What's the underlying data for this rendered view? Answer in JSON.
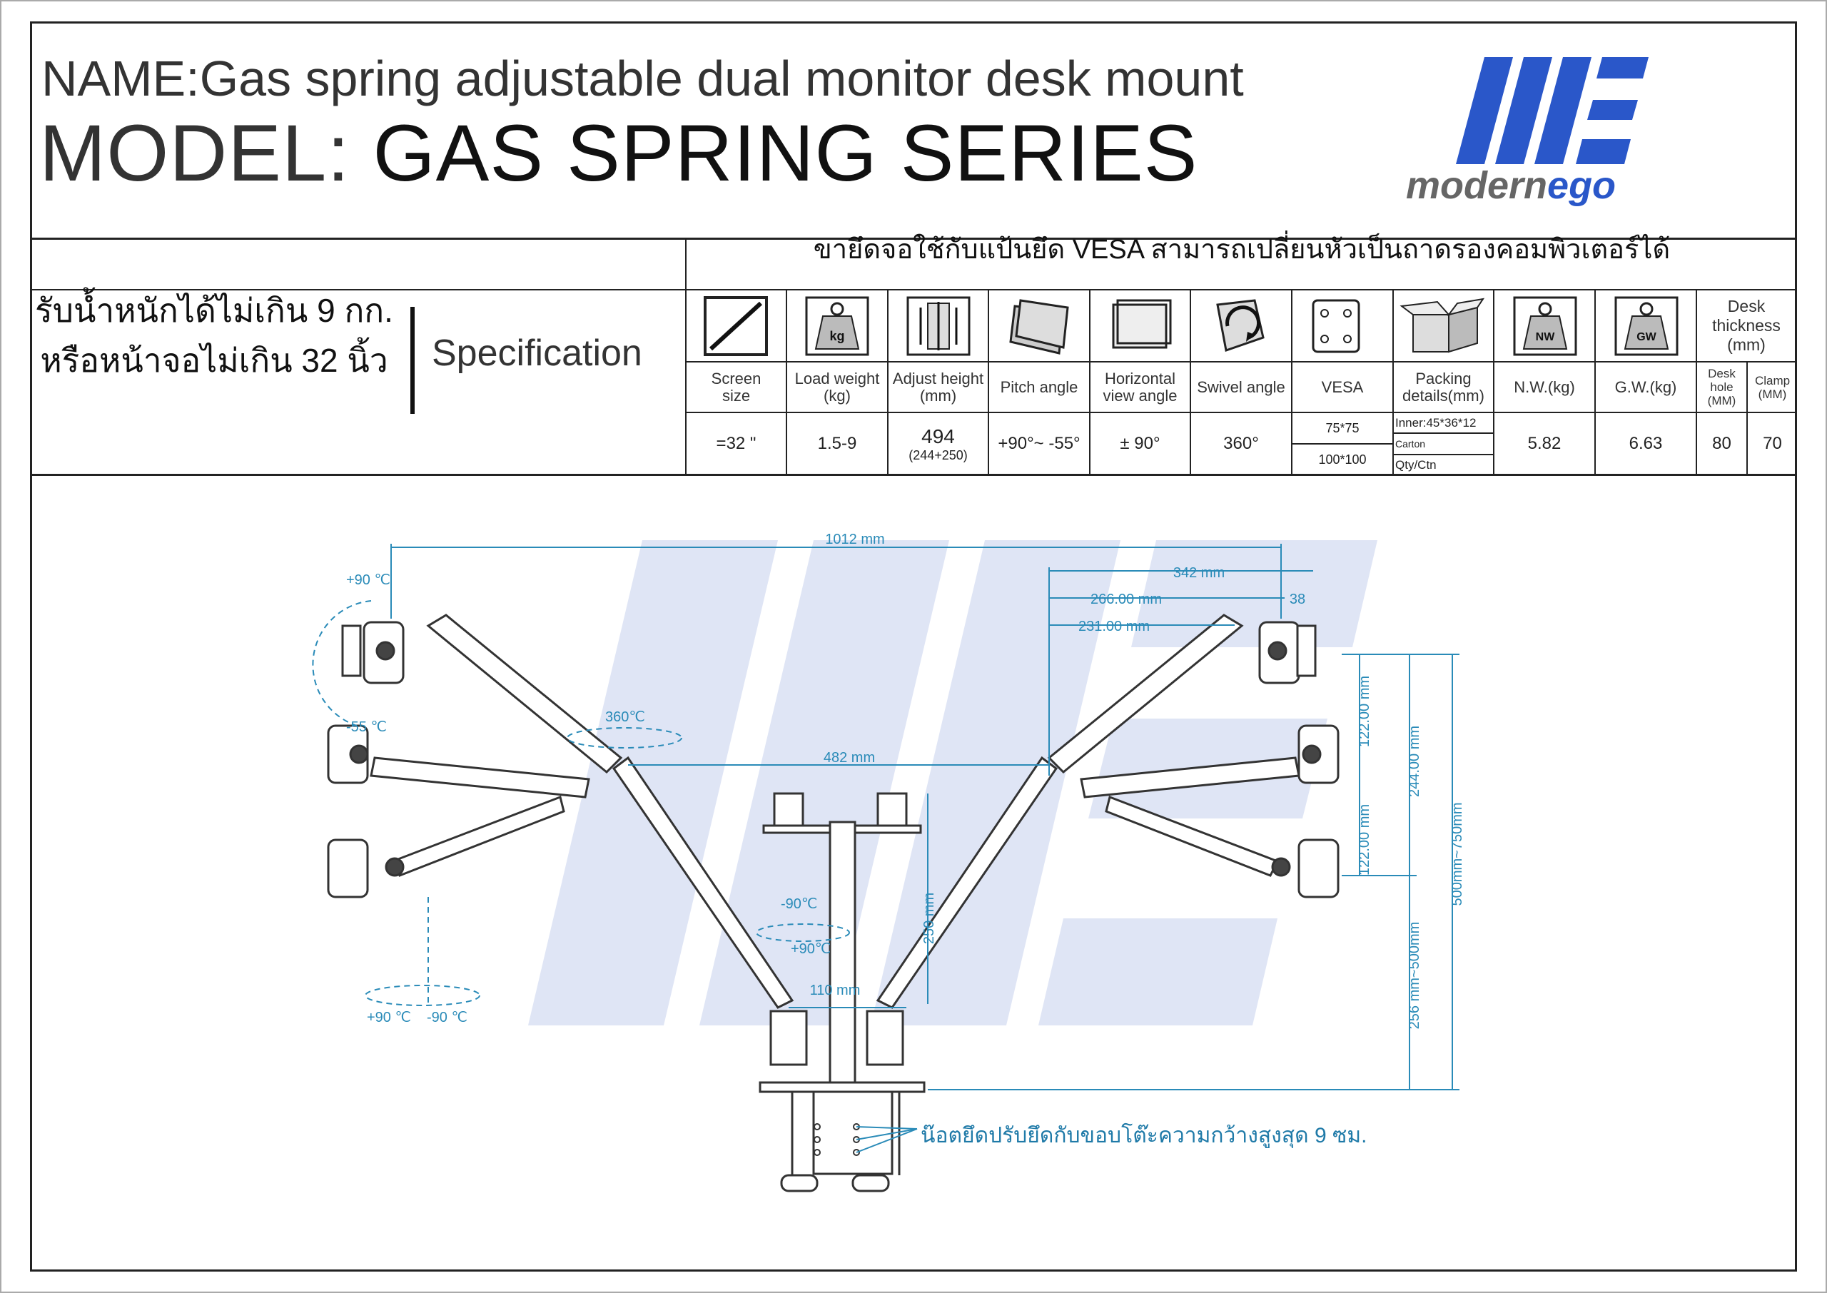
{
  "header": {
    "name_label": "NAME:",
    "name_value": "Gas spring adjustable dual monitor desk mount",
    "model_label": "MODEL:",
    "model_value": "GAS SPRING SERIES",
    "brand": "modernego",
    "brand_colors": {
      "primary": "#2a57c9",
      "text": "#666666"
    }
  },
  "left_panel": {
    "thai_line1": "รับน้ำหนักได้ไม่เกิน 9 กก.",
    "thai_line2": "หรือหน้าจอไม่เกิน 32 นิ้ว",
    "spec_word": "Specification"
  },
  "table_title": "ขายึดจอใช้กับแป้นยึด VESA สามารถเปลี่ยนหัวเป็นถาดรองคอมพิวเตอร์ได้",
  "specs": {
    "screen_size": {
      "header_l1": "Screen",
      "header_l2": "size",
      "value": "=32 \""
    },
    "load_weight": {
      "header_l1": "Load weight",
      "header_l2": "(kg)",
      "value": "1.5-9"
    },
    "adjust_height": {
      "header_l1": "Adjust height",
      "header_l2": "(mm)",
      "value": "494",
      "sub": "(244+250)"
    },
    "pitch_angle": {
      "header": "Pitch angle",
      "value": "+90°~ -55°"
    },
    "horizontal_view": {
      "header_l1": "Horizontal",
      "header_l2": "view angle",
      "value": "± 90°"
    },
    "swivel_angle": {
      "header": "Swivel angle",
      "value": "360°"
    },
    "vesa": {
      "header": "VESA",
      "value1": "75*75",
      "value2": "100*100"
    },
    "packing": {
      "header_l1": "Packing",
      "header_l2": "details(mm)",
      "inner": "Inner:45*36*12",
      "carton": "Carton",
      "qty": "Qty/Ctn"
    },
    "nw": {
      "header": "N.W.(kg)",
      "value": "5.82",
      "icon_text": "NW"
    },
    "gw": {
      "header": "G.W.(kg)",
      "value": "6.63",
      "icon_text": "GW"
    },
    "desk": {
      "header_l1": "Desk",
      "header_l2": "thickness",
      "header_l3": "(mm)",
      "hole_l1": "Desk",
      "hole_l2": "hole",
      "hole_l3": "(MM)",
      "hole_value": "80",
      "clamp_l1": "Clamp",
      "clamp_l2": "(MM)",
      "clamp_value": "70"
    },
    "kg_icon_text": "kg"
  },
  "diagram": {
    "dim_1012": "1012 mm",
    "dim_342": "342 mm",
    "dim_266": "266.00 mm",
    "dim_231": "231.00 mm",
    "dim_38": "38",
    "dim_482": "482 mm",
    "dim_250": "250 mm",
    "dim_110": "110 mm",
    "dim_122a": "122.00 mm",
    "dim_122b": "122.00 mm",
    "dim_244": "244.00 mm",
    "dim_500_750": "500mm~750mm",
    "dim_256_500": "256 mm~500mm",
    "ang_p90": "+90 ℃",
    "ang_m55": "-55 ℃",
    "ang_360": "360℃",
    "ang_m90c": "-90℃",
    "ang_p90c": "+90℃",
    "ang_bottom_p90": "+90 ℃",
    "ang_bottom_m90": "-90 ℃",
    "clamp_note": "น๊อตยึดปรับยึดกับขอบโต๊ะความกว้างสูงสุด 9 ซม.",
    "dim_color": "#2a8bb8"
  }
}
